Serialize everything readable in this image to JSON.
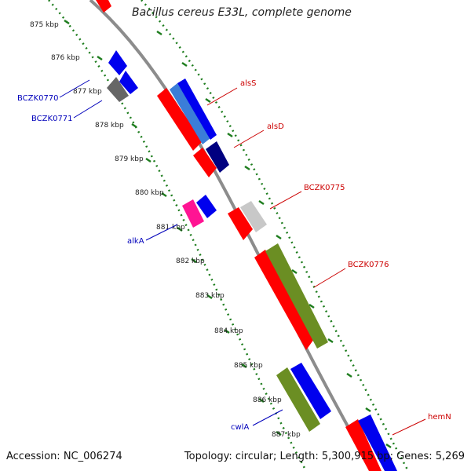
{
  "title": "Bacillus cereus E33L, complete genome",
  "footer": {
    "accession": "Accession: NC_006274",
    "summary": "Topology: circular; Length: 5,300,915 bp; Genes: 5,269"
  },
  "colors": {
    "backbone": "#8c8c8c",
    "tick": "#1e7d1e",
    "forward_label": "#cc0000",
    "reverse_label": "#0000bb"
  },
  "scale_labels": [
    "875 kbp",
    "876 kbp",
    "877 kbp",
    "878 kbp",
    "879 kbp",
    "880 kbp",
    "881 kbp",
    "882 kbp",
    "883 kbp",
    "884 kbp",
    "885 kbp",
    "886 kbp",
    "887 kbp"
  ],
  "gene_labels": [
    {
      "name": "alsS",
      "strand": "forward"
    },
    {
      "name": "alsD",
      "strand": "forward"
    },
    {
      "name": "BCZK0775",
      "strand": "forward"
    },
    {
      "name": "BCZK0776",
      "strand": "forward"
    },
    {
      "name": "hemN",
      "strand": "forward"
    },
    {
      "name": "BCZK0770",
      "strand": "reverse"
    },
    {
      "name": "BCZK0771",
      "strand": "reverse"
    },
    {
      "name": "alkA",
      "strand": "reverse"
    },
    {
      "name": "cwlA",
      "strand": "reverse"
    }
  ]
}
